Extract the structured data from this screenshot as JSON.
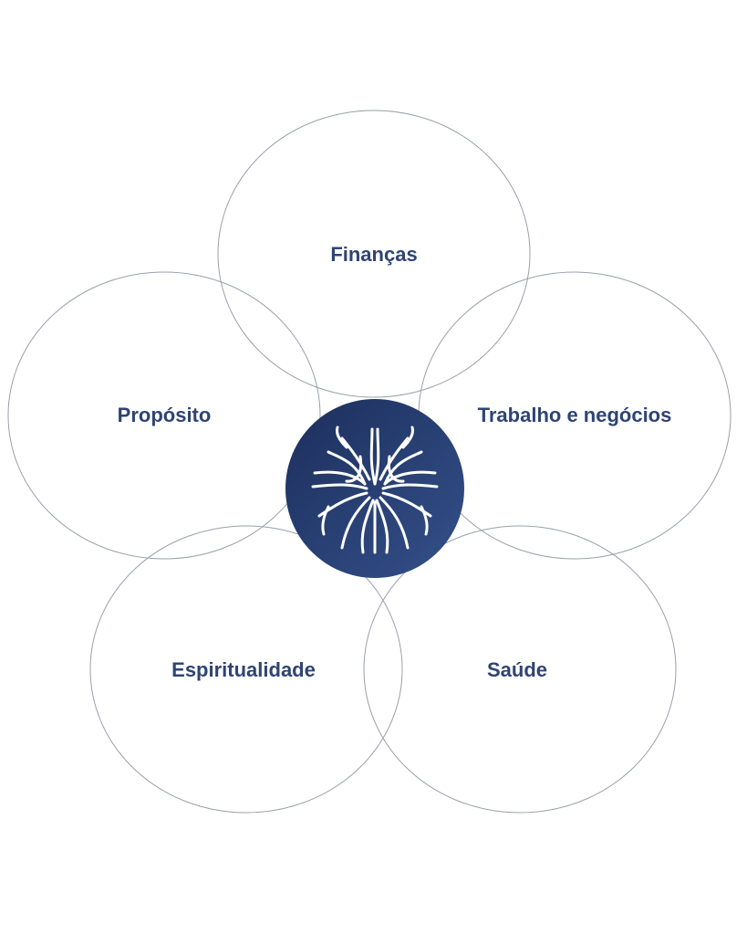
{
  "diagram": {
    "center": {
      "icon": "tree-roots-icon",
      "color": "#253d6e"
    },
    "circles": [
      {
        "label": "Finanças"
      },
      {
        "label": "Propósito"
      },
      {
        "label": "Trabalho e negócios"
      },
      {
        "label": "Espiritualidade"
      },
      {
        "label": "Saúde"
      }
    ],
    "text_color": "#2e4474",
    "stroke_color": "#9aa0aa"
  }
}
